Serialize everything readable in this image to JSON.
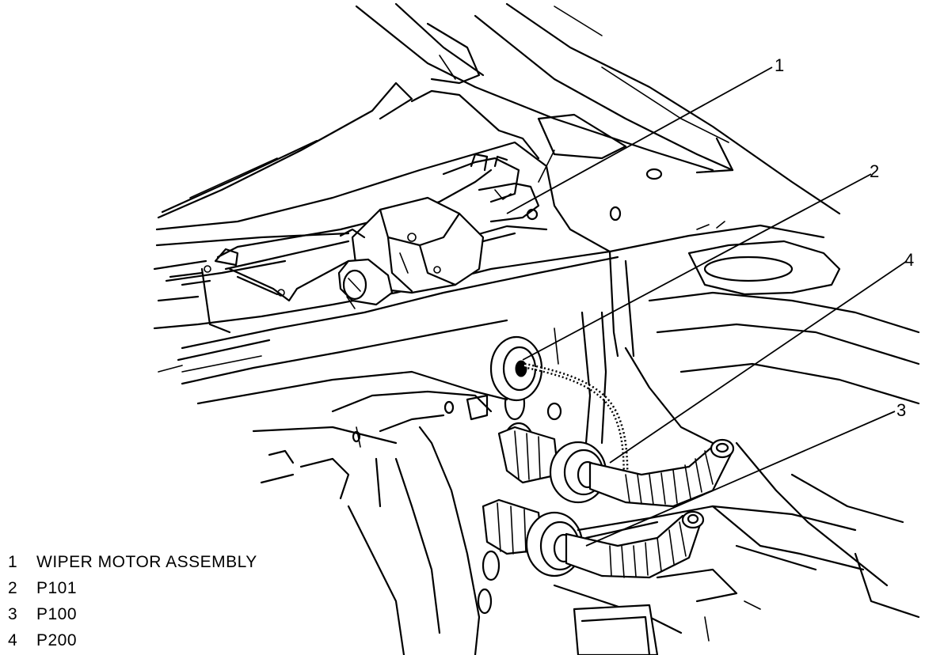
{
  "callouts": [
    {
      "number": "1",
      "label": "WIPER MOTOR ASSEMBLY"
    },
    {
      "number": "2",
      "label": "P101"
    },
    {
      "number": "3",
      "label": "P100"
    },
    {
      "number": "4",
      "label": "P200"
    }
  ],
  "colors": {
    "ink": "#000000",
    "paper": "#ffffff"
  }
}
